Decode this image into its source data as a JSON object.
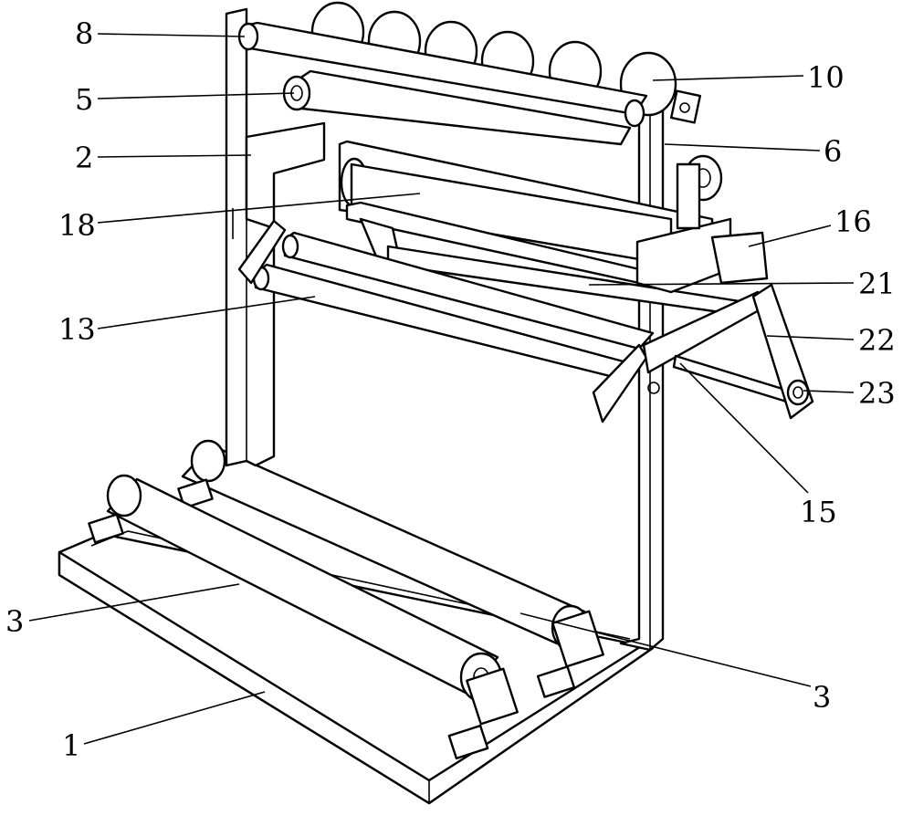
{
  "figure": {
    "labels": {
      "l1": "1",
      "l2": "2",
      "l3a": "3",
      "l3b": "3",
      "l5": "5",
      "l6": "6",
      "l8": "8",
      "l10": "10",
      "l13": "13",
      "l15": "15",
      "l16": "16",
      "l18": "18",
      "l21": "21",
      "l22": "22",
      "l23": "23"
    }
  }
}
